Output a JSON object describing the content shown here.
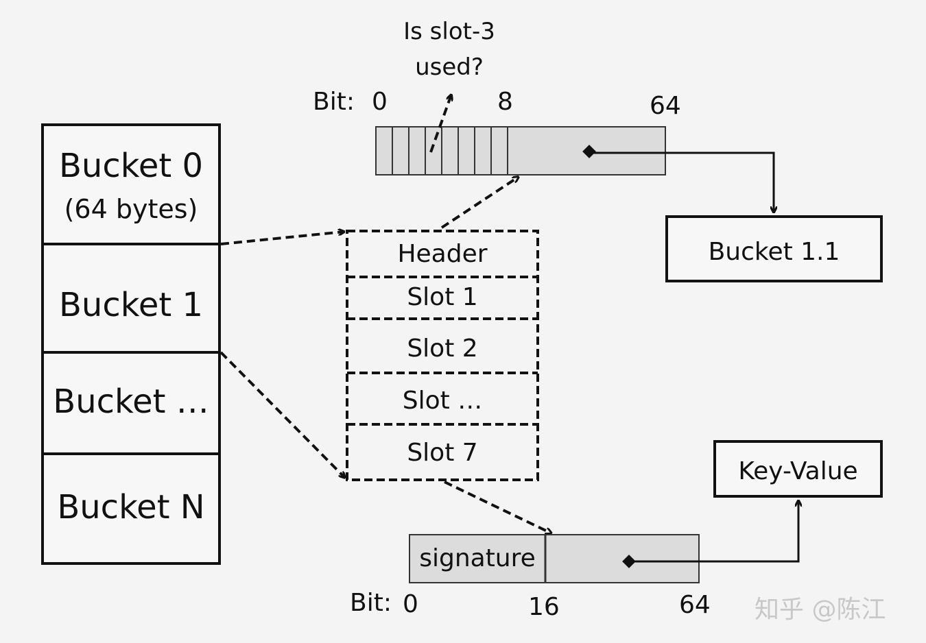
{
  "buckets": {
    "bucket0_title": "Bucket 0",
    "bucket0_size": "(64 bytes)",
    "bucket1": "Bucket 1",
    "bucket_more": "Bucket …",
    "bucketN": "Bucket N"
  },
  "slots": {
    "header": "Header",
    "slot1": "Slot 1",
    "slot2": "Slot 2",
    "slot_more": "Slot …",
    "slot7": "Slot 7"
  },
  "header_bits": {
    "question_line1": "Is slot-3",
    "question_line2": "used?",
    "bit_prefix": "Bit:",
    "tick_0": "0",
    "tick_8": "8",
    "tick_64": "64"
  },
  "overflow": {
    "label": "Bucket 1.1"
  },
  "slot_bits": {
    "signature": "signature",
    "bit_prefix": "Bit:",
    "tick_0": "0",
    "tick_16": "16",
    "tick_64": "64"
  },
  "kv": {
    "label": "Key-Value"
  },
  "watermark": "知乎 @陈江",
  "colors": {
    "field_fill": "#dcdcdc",
    "line": "#111111",
    "background": "#f4f4f4"
  }
}
